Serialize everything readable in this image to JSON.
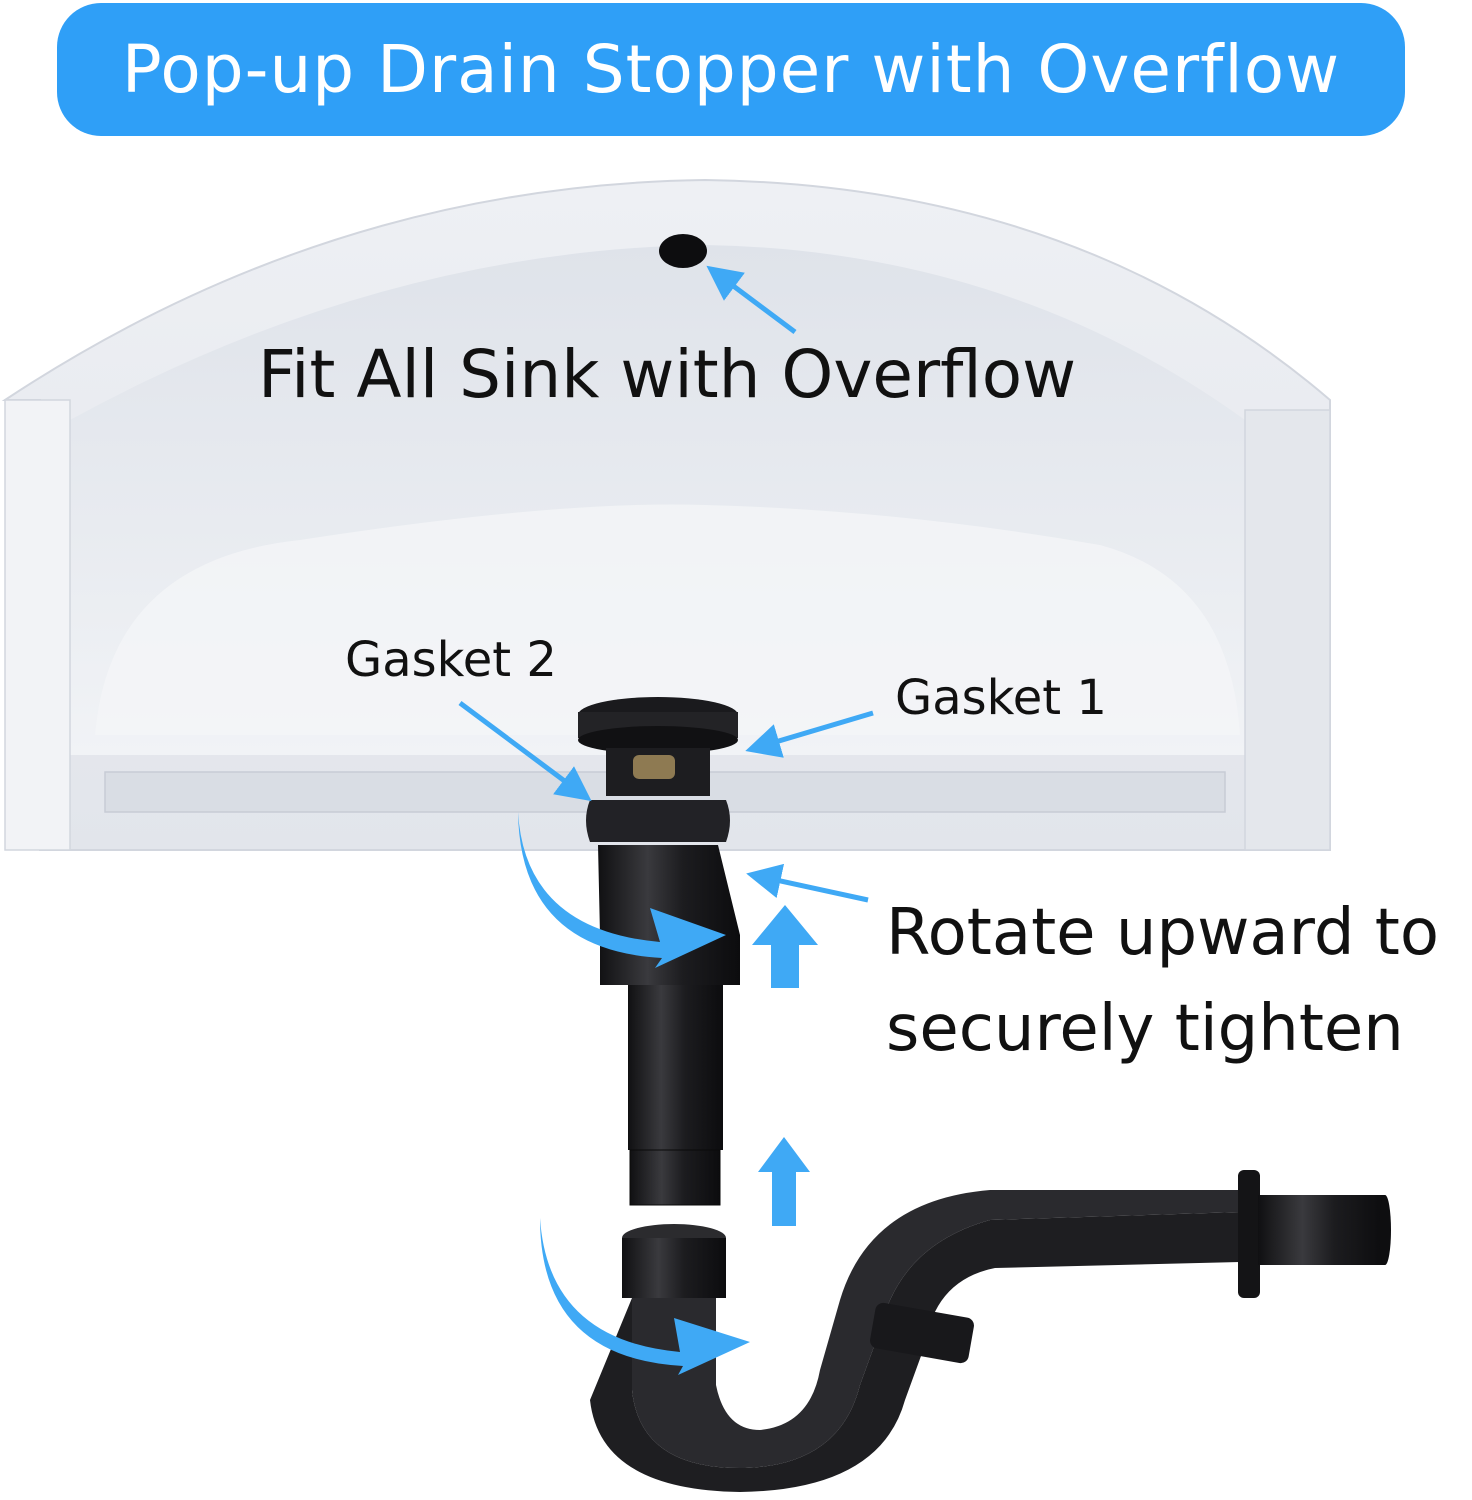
{
  "title": "Pop-up Drain Stopper with Overflow",
  "labels": {
    "overflow": "Fit All Sink with Overflow",
    "gasket2": "Gasket 2",
    "gasket1": "Gasket 1",
    "rotate_line1": "Rotate upward to",
    "rotate_line2": "securely tighten"
  },
  "colors": {
    "banner": "#2f9ff7",
    "arrow": "#3fa9f5",
    "sink": "#e6e9ef",
    "pipe": "#1c1c1e"
  },
  "icons": [
    "overflow-hole-icon",
    "curved-rotate-arrow-icon",
    "up-arrow-icon",
    "pointer-arrow-icon"
  ]
}
